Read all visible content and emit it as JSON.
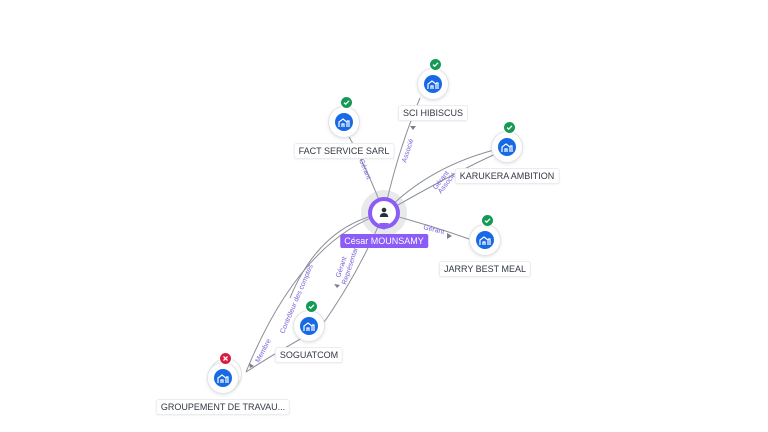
{
  "person": {
    "name": "César MOUNSAMY",
    "icon": "person-icon",
    "color": "#8b5cf6"
  },
  "companies": {
    "sci_hibiscus": {
      "name": "SCI HIBISCUS",
      "status": "active",
      "icon": "building-icon"
    },
    "fact_service": {
      "name": "FACT SERVICE SARL",
      "status": "active",
      "icon": "building-icon"
    },
    "karukera": {
      "name": "KARUKERA AMBITION",
      "status": "active",
      "icon": "building-icon"
    },
    "jarry": {
      "name": "JARRY BEST MEAL",
      "status": "active",
      "icon": "building-icon"
    },
    "soguatcom": {
      "name": "SOGUATCOM",
      "status": "active",
      "icon": "building-icon"
    },
    "groupement": {
      "name": "GROUPEMENT DE TRAVAU...",
      "status": "closed",
      "icon": "building-icon"
    }
  },
  "edges": {
    "sci_hibiscus": "Associé",
    "fact_service": "Gérant",
    "karukera_1": "Gérant",
    "karukera_2": "Associé",
    "jarry": "Gérant",
    "soguatcom_1": "Gérant",
    "soguatcom_2": "Représentant",
    "groupement_1": "Membre",
    "groupement_2": "Contrôleur des comptes"
  },
  "colors": {
    "node_blue": "#1769e6",
    "status_active": "#159a55",
    "status_closed": "#d91c40",
    "edge_label": "#7b61d8"
  }
}
